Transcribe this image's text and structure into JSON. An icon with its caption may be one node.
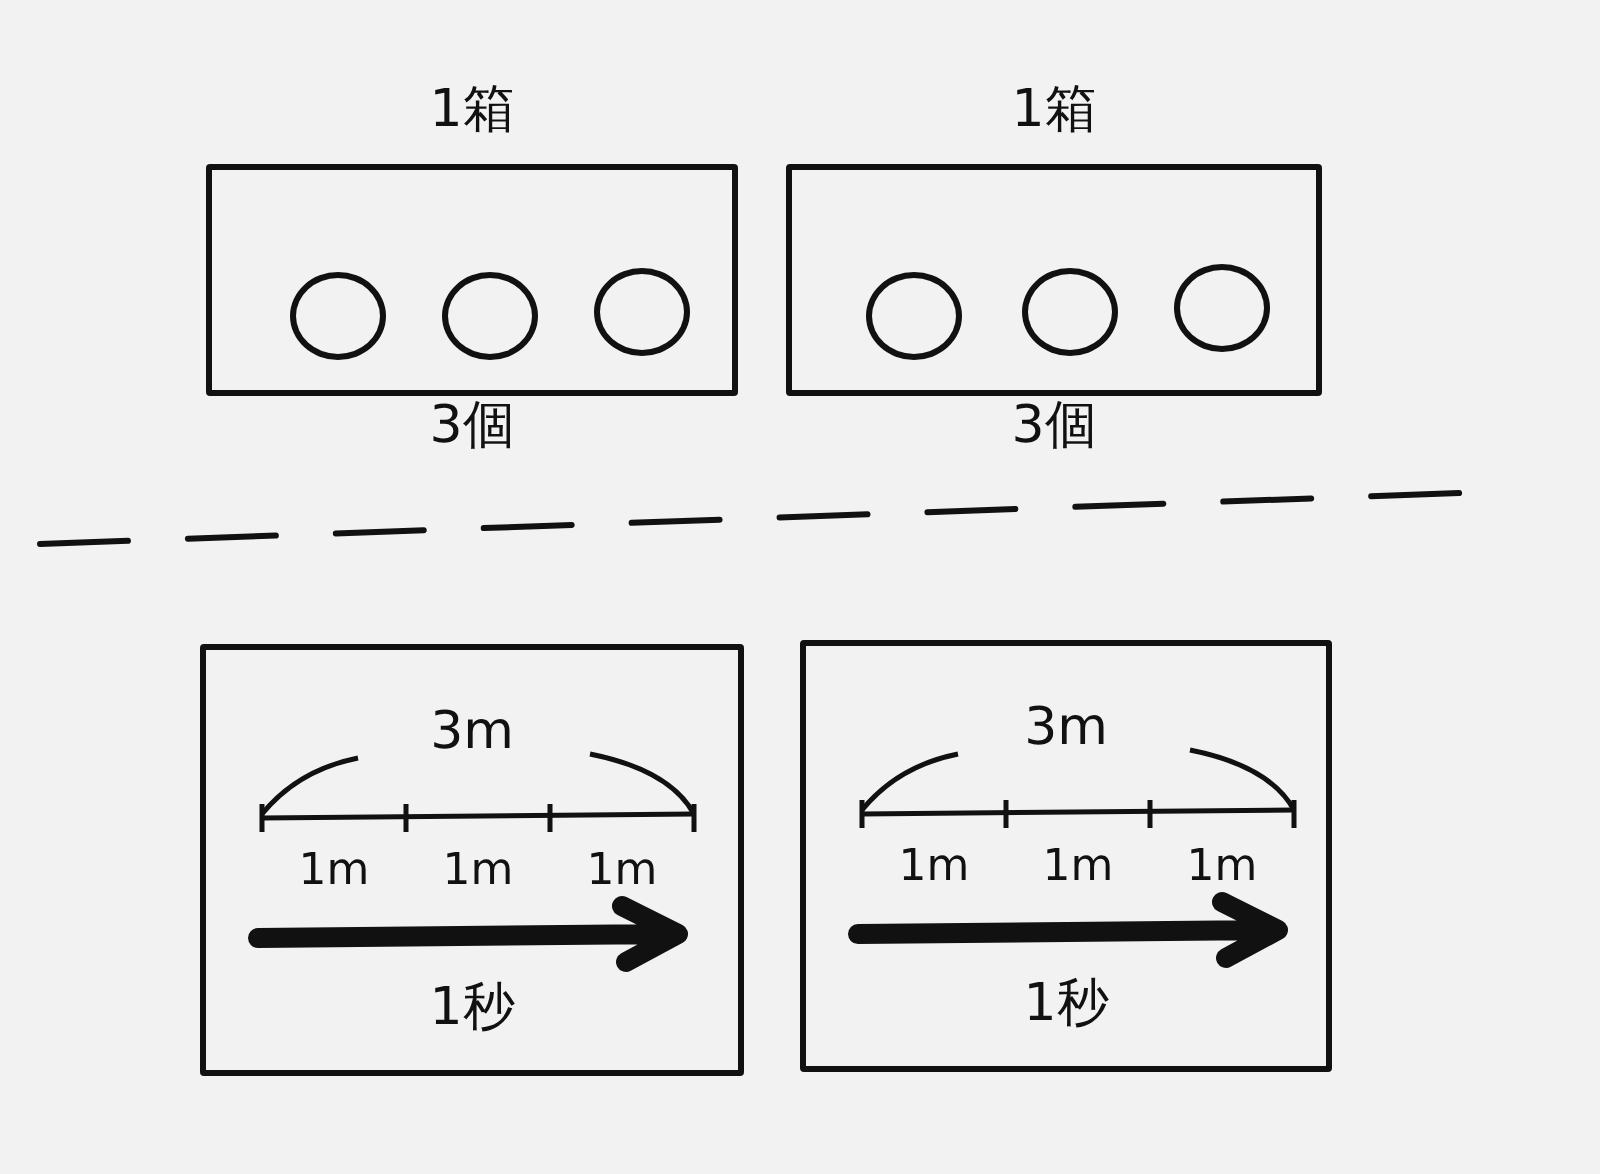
{
  "diagram": {
    "nodes": [
      {
        "text": [
          "1箱"
        ],
        "beside": [
          "3個"
        ]
      },
      {
        "text": [],
        "shape": "circle",
        "in": 0
      },
      {
        "text": [],
        "shape": "circle",
        "in": 0
      },
      {
        "text": [],
        "shape": "circle",
        "in": 0
      },
      {
        "text": [
          "1箱"
        ],
        "beside": [
          "3個"
        ]
      },
      {
        "text": [],
        "shape": "circle",
        "in": 4
      },
      {
        "text": [],
        "shape": "circle",
        "in": 4
      },
      {
        "text": [],
        "shape": "circle",
        "in": 4
      },
      {
        "text": [
          "3m",
          "1m",
          "1m",
          "1m",
          "1秒"
        ]
      },
      {
        "text": [
          "3m",
          "1m",
          "1m",
          "1m",
          "1秒"
        ]
      }
    ]
  }
}
